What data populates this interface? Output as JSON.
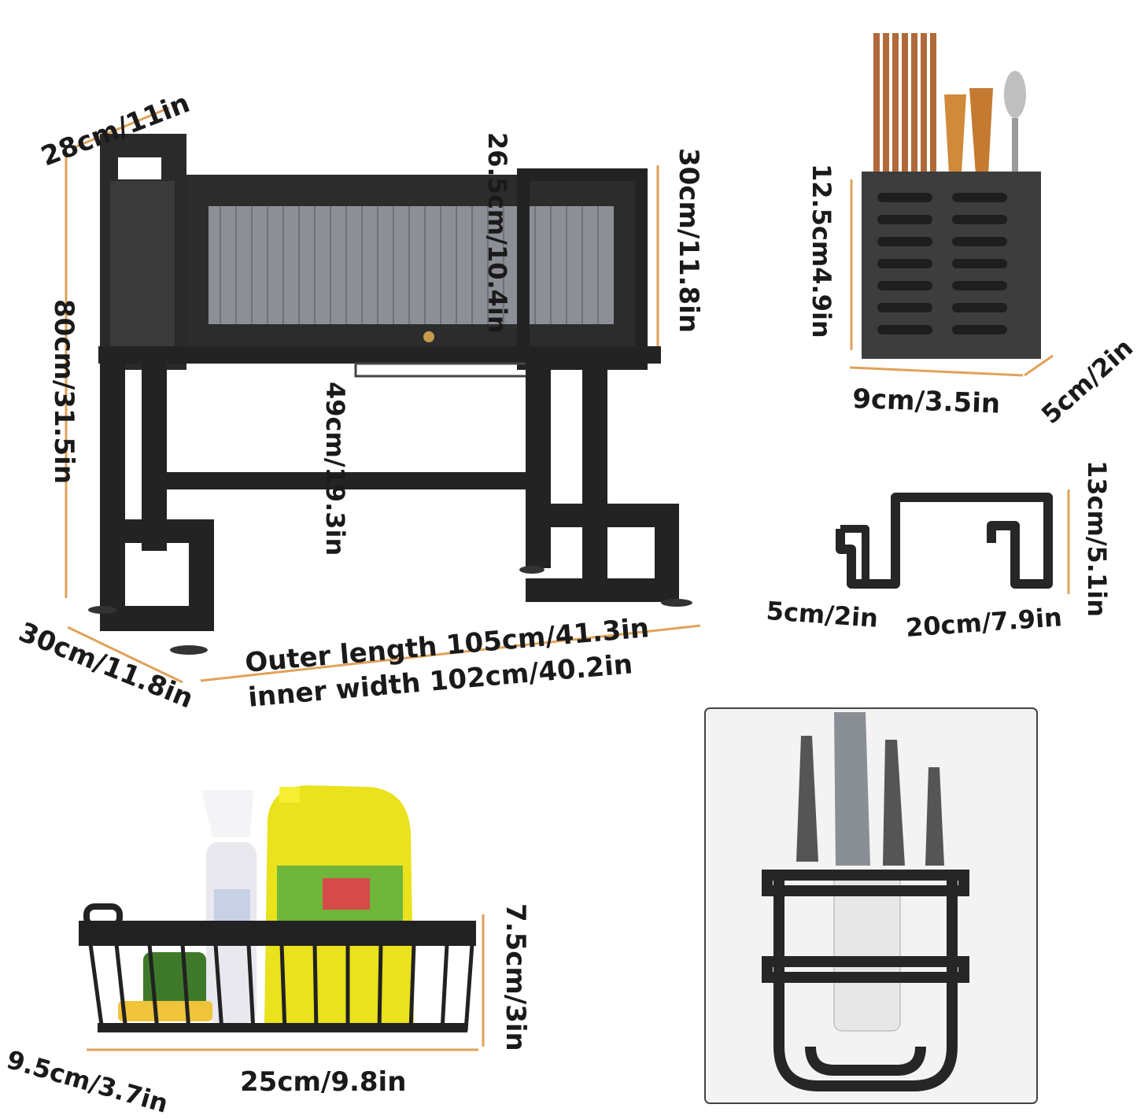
{
  "colors": {
    "dimension_line": "#e0a25a",
    "metal": "#232323",
    "metal_light": "#3d3d3d",
    "panel_grey": "#8c9096",
    "wood": "#b06a3a",
    "bottle_yellow": "#e9e21c",
    "sponge_green": "#3f7a2a"
  },
  "rack": {
    "depth_top": "28cm/11in",
    "height_total": "80cm/31.5in",
    "cabinet_height": "26.5cm/10.4in",
    "side_height": "30cm/11.8in",
    "clearance": "49cm/19.3in",
    "depth_bottom": "30cm/11.8in",
    "outer_length": "Outer length 105cm/41.3in",
    "inner_width": "inner width 102cm/40.2in"
  },
  "utensil_holder": {
    "height": "12.5cm4.9in",
    "width": "9cm/3.5in",
    "depth": "5cm/2in"
  },
  "hook_bar": {
    "height": "13cm/5.1in",
    "hook": "5cm/2in",
    "length": "20cm/7.9in"
  },
  "basket": {
    "height": "7.5cm/3in",
    "depth": "9.5cm/3.7in",
    "length": "25cm/9.8in"
  },
  "knife_holder": {
    "icon": "knife-block-icon"
  }
}
